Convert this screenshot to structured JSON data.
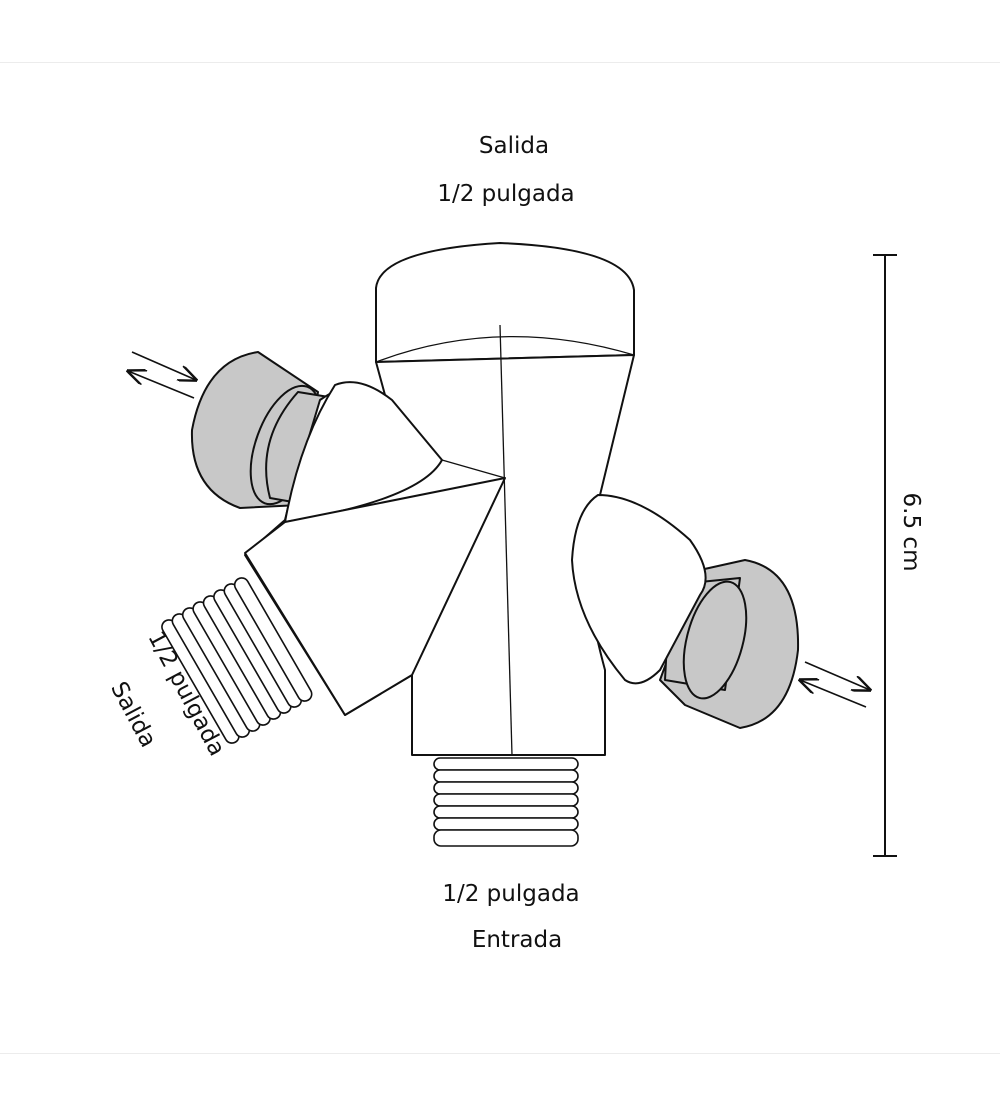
{
  "labels": {
    "top_outlet": "Salida",
    "top_size": "1/2 pulgada",
    "left_size": "1/2 pulgada",
    "left_outlet": "Salida",
    "bottom_size": "1/2 pulgada",
    "bottom_inlet": "Entrada",
    "height_dimension": "6.5 cm"
  },
  "colors": {
    "cap_fill": "#c8c8c8",
    "line": "#111111"
  }
}
